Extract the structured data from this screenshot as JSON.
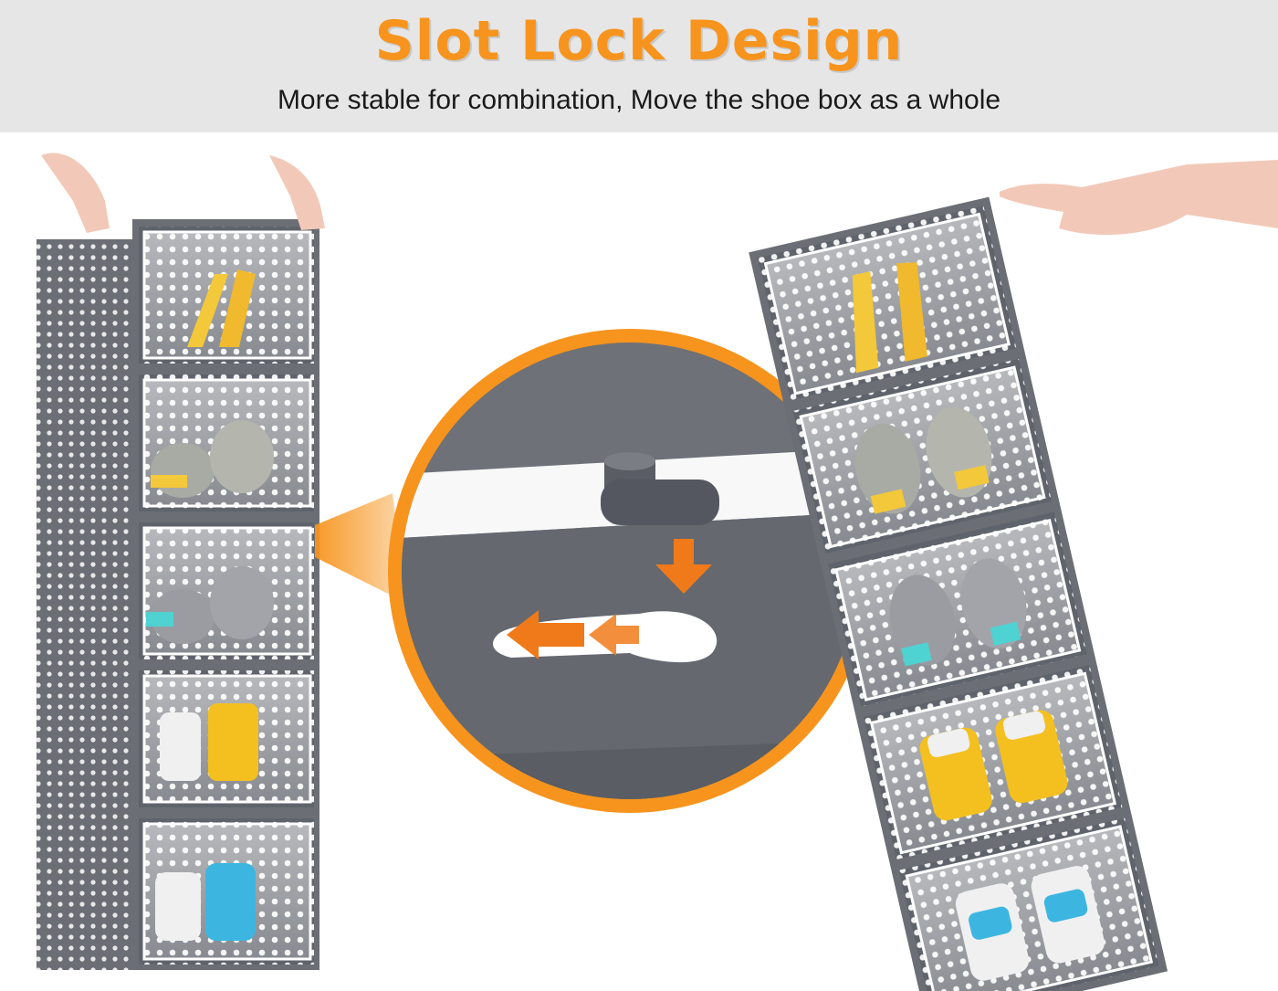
{
  "header": {
    "title": "Slot Lock Design",
    "subtitle": "More stable for combination, Move the shoe box as a whole"
  },
  "colors": {
    "accent": "#f7941d",
    "frame": "#6b6e75",
    "panel": "#5f636b",
    "banner": "#e6e6e6"
  },
  "illustration": {
    "left_stack_shoes": [
      "yellow-heels",
      "grey-yellow-sneakers",
      "grey-teal-sneakers",
      "white-yellow-sneakers",
      "white-blue-sneakers"
    ],
    "right_stack_shoes": [
      "yellow-heels",
      "grey-yellow-sneakers",
      "grey-teal-sneakers",
      "white-yellow-sneakers",
      "white-blue-sneakers"
    ],
    "icons": [
      "hands-icon",
      "pointing-hand-icon",
      "arrow-down-icon",
      "arrow-left-icon"
    ]
  }
}
